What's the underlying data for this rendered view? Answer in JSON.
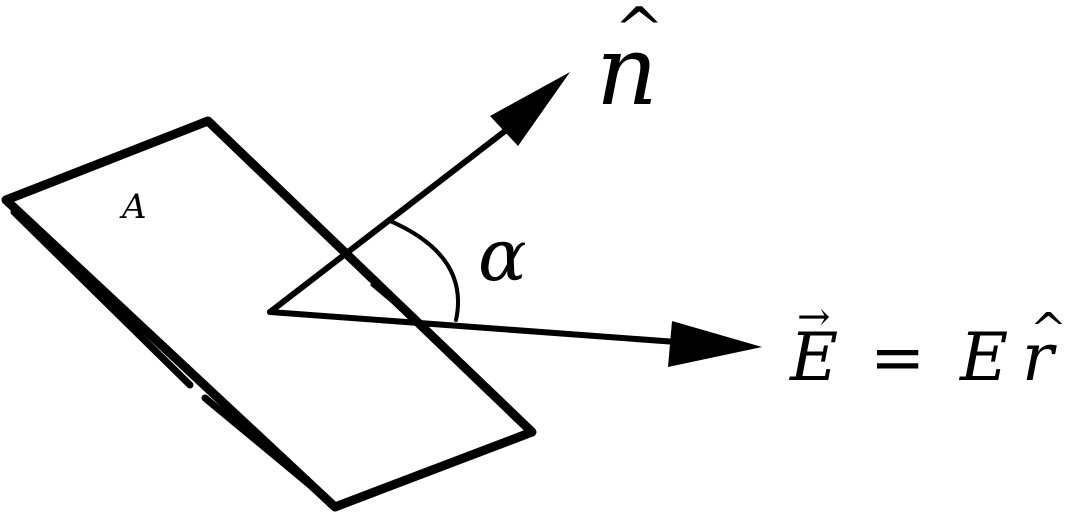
{
  "diagram": {
    "surface_label": "A",
    "normal_label": "n",
    "normal_hat": "^",
    "angle_label": "α",
    "field_vec_symbol": "E",
    "field_vec_arrow": "→",
    "field_equals": "=",
    "field_magnitude": "E",
    "field_unit_symbol": "r",
    "field_unit_hat": "^"
  },
  "colors": {
    "ink": "#000000",
    "background": "#ffffff"
  }
}
